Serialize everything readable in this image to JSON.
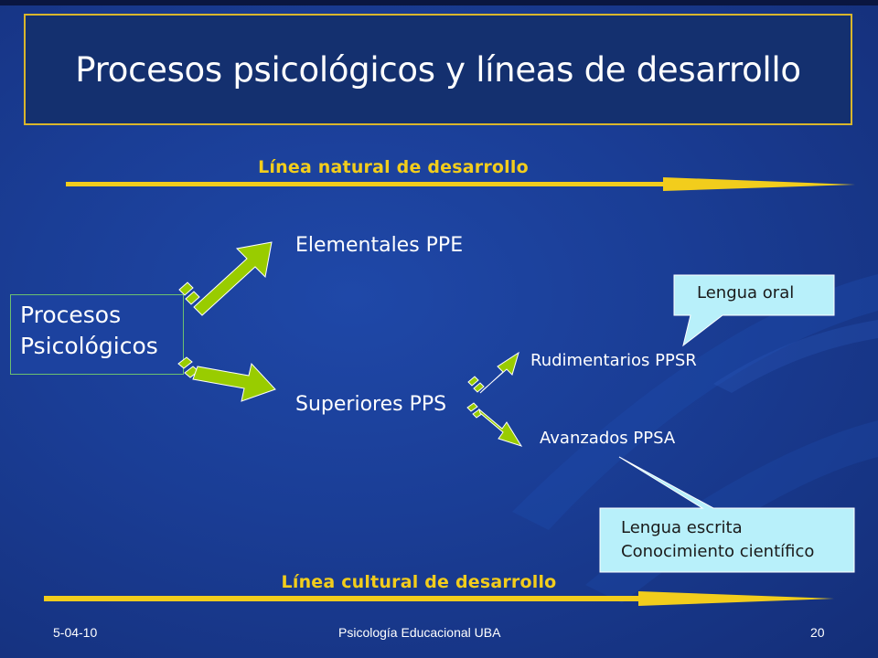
{
  "title": "Procesos psicológicos y líneas de desarrollo",
  "natural_line": "Línea natural de desarrollo",
  "cultural_line": "Línea cultural de desarrollo",
  "processes_box": {
    "line1": "Procesos",
    "line2": "Psicológicos"
  },
  "elementales": "Elementales PPE",
  "superiores": "Superiores PPS",
  "rudimentarios": "Rudimentarios PPSR",
  "avanzados": "Avanzados PPSA",
  "callout_oral": "Lengua oral",
  "callout_escrita": {
    "line1": "Lengua escrita",
    "line2": "Conocimiento científico"
  },
  "footer": {
    "date": "5-04-10",
    "center": "Psicología Educacional UBA",
    "page": "20"
  },
  "colors": {
    "arrow_green": "#99cc00",
    "line_yellow": "#f2cd1c",
    "callout_fill": "#b8f0fa",
    "title_border": "#d9b62c"
  }
}
